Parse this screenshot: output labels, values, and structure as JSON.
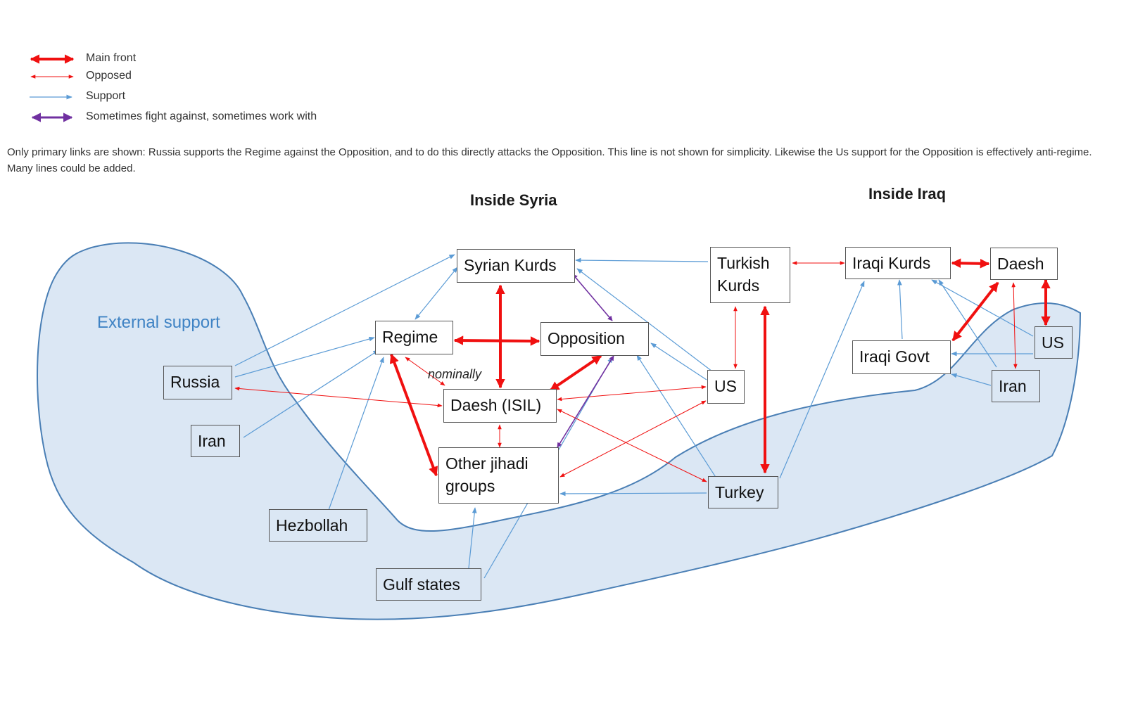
{
  "legend": [
    {
      "label": "Main front",
      "type": "main",
      "color": "#f01010"
    },
    {
      "label": "Opposed",
      "type": "opposed",
      "color": "#f01010"
    },
    {
      "label": "Support",
      "type": "support",
      "color": "#5b9bd5"
    },
    {
      "label": "Sometimes fight against, sometimes work with",
      "type": "mixed",
      "color": "#7030a0"
    }
  ],
  "note": "Only primary links are shown: Russia supports the Regime against the Opposition, and to do this directly attacks the Opposition. This line is not shown for simplicity. Likewise the Us support for the Opposition is effectively anti-regime. Many lines could be added.",
  "headings": {
    "syria": "Inside Syria",
    "iraq": "Inside Iraq"
  },
  "region": {
    "label": "External support",
    "fill": "#dbe7f4",
    "stroke": "#4a7fb5"
  },
  "nodes": {
    "syrian_kurds": {
      "lines": [
        "Syrian Kurds"
      ]
    },
    "regime": {
      "lines": [
        "Regime"
      ]
    },
    "opposition": {
      "lines": [
        "Opposition"
      ]
    },
    "daesh_isil": {
      "lines": [
        "Daesh (ISIL)"
      ]
    },
    "other_jihadi": {
      "lines": [
        "Other jihadi",
        "groups"
      ]
    },
    "turkish_kurds": {
      "lines": [
        "Turkish",
        "Kurds"
      ]
    },
    "us_syria": {
      "lines": [
        "US"
      ]
    },
    "turkey": {
      "lines": [
        "Turkey"
      ]
    },
    "russia": {
      "lines": [
        "Russia"
      ]
    },
    "iran_ext": {
      "lines": [
        "Iran"
      ]
    },
    "hezbollah": {
      "lines": [
        "Hezbollah"
      ]
    },
    "gulf_states": {
      "lines": [
        "Gulf states"
      ]
    },
    "iraqi_kurds": {
      "lines": [
        "Iraqi Kurds"
      ]
    },
    "daesh_iraq": {
      "lines": [
        "Daesh"
      ]
    },
    "us_iraq": {
      "lines": [
        "US"
      ]
    },
    "iraqi_govt": {
      "lines": [
        "Iraqi Govt"
      ]
    },
    "iran_iraq": {
      "lines": [
        "Iran"
      ]
    }
  },
  "annotations": {
    "nominally": "nominally"
  },
  "colors": {
    "main": "#f01010",
    "opposed": "#f01010",
    "support": "#5b9bd5",
    "mixed": "#7030a0"
  }
}
